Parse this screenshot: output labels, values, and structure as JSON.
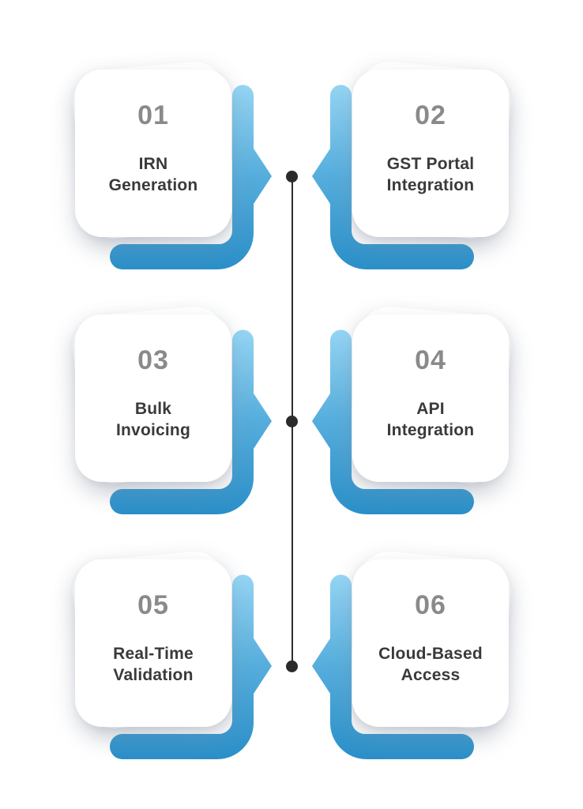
{
  "diagram": {
    "kind": "feature-infographic",
    "colors": {
      "accent_gradient_top": "#95d5f4",
      "accent_gradient_mid": "#55addc",
      "accent_gradient_bottom": "#2b8fc8",
      "number_gray": "#8a8a8a",
      "label_dark": "#3a3a3a",
      "connector_dark": "#2b2b2b",
      "card_bg": "#ffffff"
    },
    "connector": {
      "dot_count": 3
    },
    "items": [
      {
        "number": "01",
        "title": "IRN Generation",
        "line1": "IRN",
        "line2": "Generation",
        "side": "left"
      },
      {
        "number": "02",
        "title": "GST Portal Integration",
        "line1": "GST Portal",
        "line2": "Integration",
        "side": "right"
      },
      {
        "number": "03",
        "title": "Bulk Invoicing",
        "line1": "Bulk",
        "line2": "Invoicing",
        "side": "left"
      },
      {
        "number": "04",
        "title": "API Integration",
        "line1": "API",
        "line2": "Integration",
        "side": "right"
      },
      {
        "number": "05",
        "title": "Real-Time Validation",
        "line1": "Real-Time",
        "line2": "Validation",
        "side": "left"
      },
      {
        "number": "06",
        "title": "Cloud-Based Access",
        "line1": "Cloud-Based",
        "line2": "Access",
        "side": "right"
      }
    ]
  }
}
